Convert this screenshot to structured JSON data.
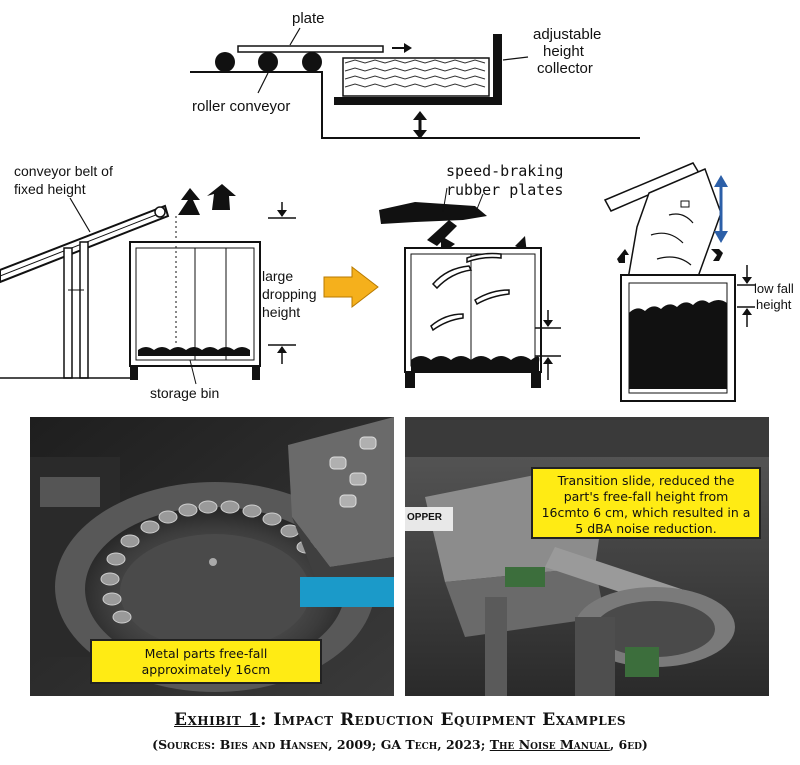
{
  "top_diagram": {
    "plate": "plate",
    "roller_conveyor": "roller conveyor",
    "adjustable_height_collector": [
      "adjustable",
      "height",
      "collector"
    ]
  },
  "left_diagram": {
    "conveyor_belt": [
      "conveyor belt of",
      "fixed height"
    ],
    "large_dropping_height": [
      "large",
      "dropping",
      "height"
    ],
    "storage_bin": "storage bin"
  },
  "middle_diagram": {
    "speed_braking": [
      "speed-braking",
      "rubber plates"
    ]
  },
  "right_diagram": {
    "low_fall_height": [
      "low fall",
      "height"
    ]
  },
  "photos": {
    "left_callout": "Metal parts free-fall approximately 16cm",
    "right_callout": "Transition slide, reduced the part's free-fall height from 16cmto 6 cm, which resulted in a 5 dBA noise reduction.",
    "sign_text": "OPPER"
  },
  "caption": {
    "title_underlined": "Exhibit 1",
    "title_rest": ":  Impact Reduction Equipment Examples",
    "sources_prefix": "(Sources:  Bies and Hansen, 2009; GA Tech, 2023; ",
    "sources_book": "The Noise Manual",
    "sources_suffix": ", 6ed)"
  },
  "colors": {
    "arrow_yellow": "#f5b01c",
    "arrow_blue": "#2c5fa8",
    "callout_yellow": "#ffeb14"
  }
}
